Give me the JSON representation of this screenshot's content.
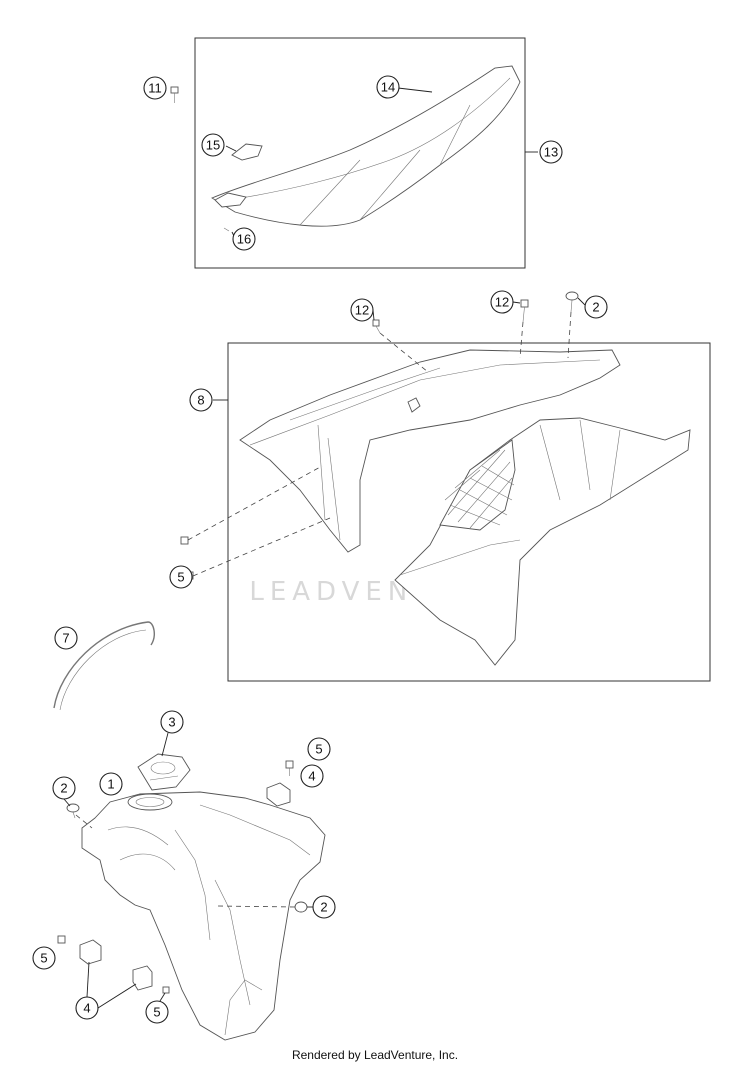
{
  "callouts": {
    "c1": "1",
    "c2a": "2",
    "c2b": "2",
    "c2c": "2",
    "c3": "3",
    "c4a": "4",
    "c4b": "4",
    "c5a": "5",
    "c5b": "5",
    "c5c": "5",
    "c5d": "5",
    "c7": "7",
    "c8": "8",
    "c11": "11",
    "c12a": "12",
    "c12b": "12",
    "c13": "13",
    "c14": "14",
    "c15": "15",
    "c16": "16"
  },
  "watermark": "LEADVENTURE",
  "footer": "Rendered by LeadVenture, Inc."
}
